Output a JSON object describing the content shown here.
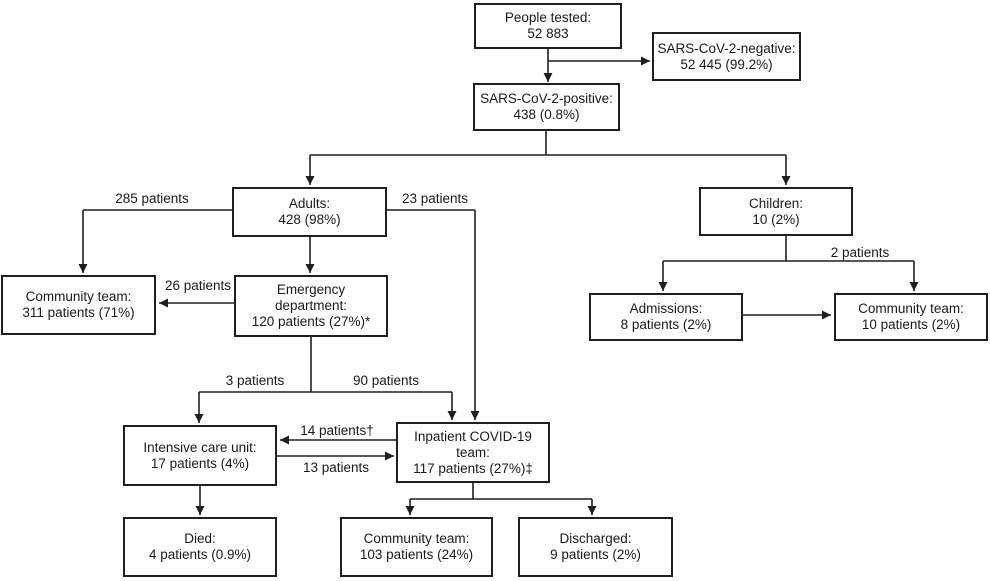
{
  "nodes": {
    "people_tested": {
      "lines": [
        "People tested:",
        "52 883"
      ]
    },
    "negative": {
      "lines": [
        "SARS-CoV-2-negative:",
        "52 445 (99.2%)"
      ]
    },
    "positive": {
      "lines": [
        "SARS-CoV-2-positive:",
        "438 (0.8%)"
      ]
    },
    "adults": {
      "lines": [
        "Adults:",
        "428 (98%)"
      ]
    },
    "children": {
      "lines": [
        "Children:",
        "10 (2%)"
      ]
    },
    "community_adults": {
      "lines": [
        "Community team:",
        "311 patients (71%)"
      ]
    },
    "emergency": {
      "lines": [
        "Emergency",
        "department:",
        "120 patients (27%)*"
      ]
    },
    "admissions": {
      "lines": [
        "Admissions:",
        "8 patients (2%)"
      ]
    },
    "community_children": {
      "lines": [
        "Community team:",
        "10 patients (2%)"
      ]
    },
    "icu": {
      "lines": [
        "Intensive care unit:",
        "17 patients (4%)"
      ]
    },
    "inpatient": {
      "lines": [
        "Inpatient COVID-19",
        "team:",
        "117 patients (27%)‡"
      ]
    },
    "died": {
      "lines": [
        "Died:",
        "4 patients (0.9%)"
      ]
    },
    "community_inpatient": {
      "lines": [
        "Community team:",
        "103 patients (24%)"
      ]
    },
    "discharged": {
      "lines": [
        "Discharged:",
        "9 patients (2%)"
      ]
    }
  },
  "edge_labels": {
    "adults_to_community": "285 patients",
    "adults_to_inpatient": "23 patients",
    "emergency_to_community": "26 patients",
    "children_split": "2 patients",
    "emergency_to_icu": "3 patients",
    "emergency_to_inpatient": "90 patients",
    "inpatient_to_icu": "14 patients†",
    "icu_to_inpatient": "13 patients"
  },
  "colors": {
    "line": "#1f1f1f",
    "text": "#1a1a1a",
    "background": "#ffffff"
  }
}
